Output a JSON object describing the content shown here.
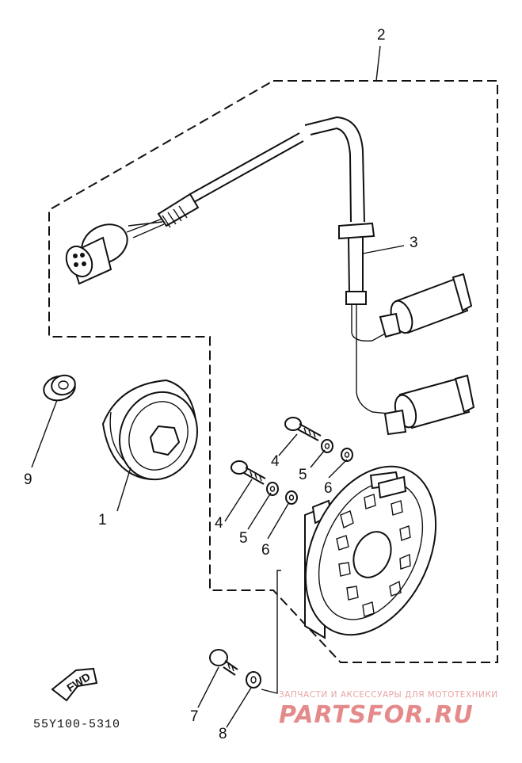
{
  "callouts": {
    "c1": "1",
    "c2": "2",
    "c3": "3",
    "c4a": "4",
    "c4b": "4",
    "c5a": "5",
    "c5b": "5",
    "c6a": "6",
    "c6b": "6",
    "c7": "7",
    "c8": "8",
    "c9": "9"
  },
  "diagram_code": "55Y100-5310",
  "fwd_label": "FWD",
  "watermark": {
    "tagline": "ЗАПЧАСТИ И АКСЕССУАРЫ ДЛЯ МОТОТЕХНИКИ",
    "site": "PARTSFOR.RU",
    "color": "#e58a8a"
  }
}
